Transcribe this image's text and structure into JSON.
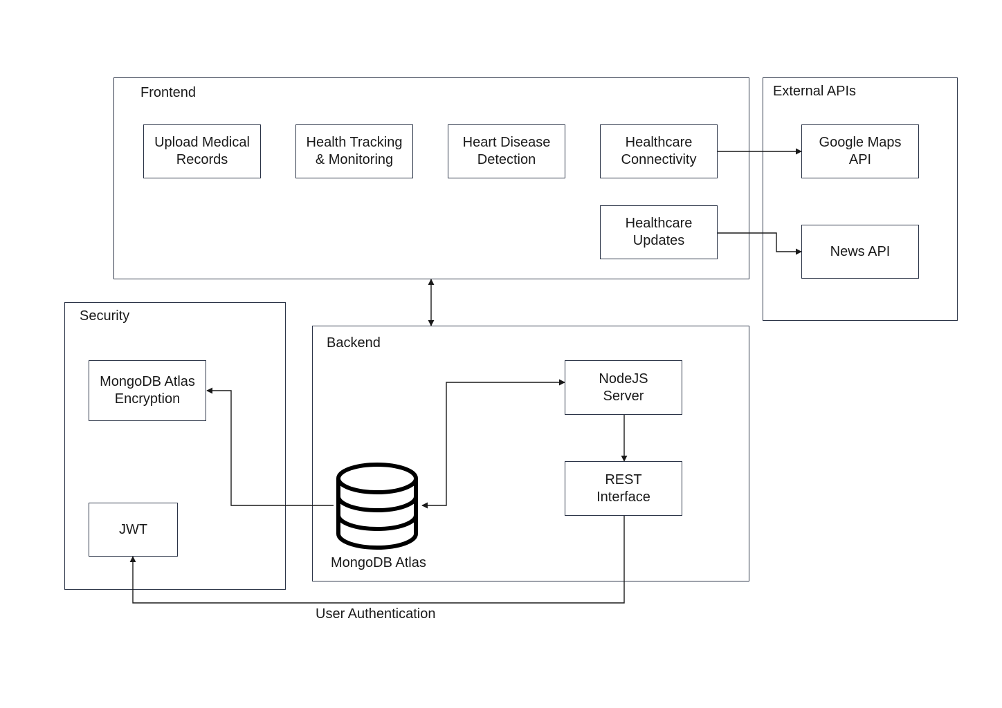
{
  "groups": {
    "frontend": "Frontend",
    "external": "External APIs",
    "security": "Security",
    "backend": "Backend"
  },
  "nodes": {
    "upload": [
      "Upload Medical",
      "Records"
    ],
    "tracking": [
      "Health Tracking",
      "& Monitoring"
    ],
    "heart": [
      "Heart Disease",
      "Detection"
    ],
    "connectivity": [
      "Healthcare",
      "Connectivity"
    ],
    "updates": [
      "Healthcare",
      "Updates"
    ],
    "maps": [
      "Google Maps",
      "API"
    ],
    "news": [
      "News API"
    ],
    "encryption": [
      "MongoDB Atlas",
      "Encryption"
    ],
    "jwt": [
      "JWT"
    ],
    "nodejs": [
      "NodeJS",
      "Server"
    ],
    "rest": [
      "REST",
      "Interface"
    ]
  },
  "labels": {
    "database": "MongoDB Atlas",
    "auth": "User Authentication"
  },
  "icons": {
    "database": "database-cylinder-icon"
  },
  "colors": {
    "stroke": "#2b3447",
    "wire": "#1a1a1a"
  }
}
